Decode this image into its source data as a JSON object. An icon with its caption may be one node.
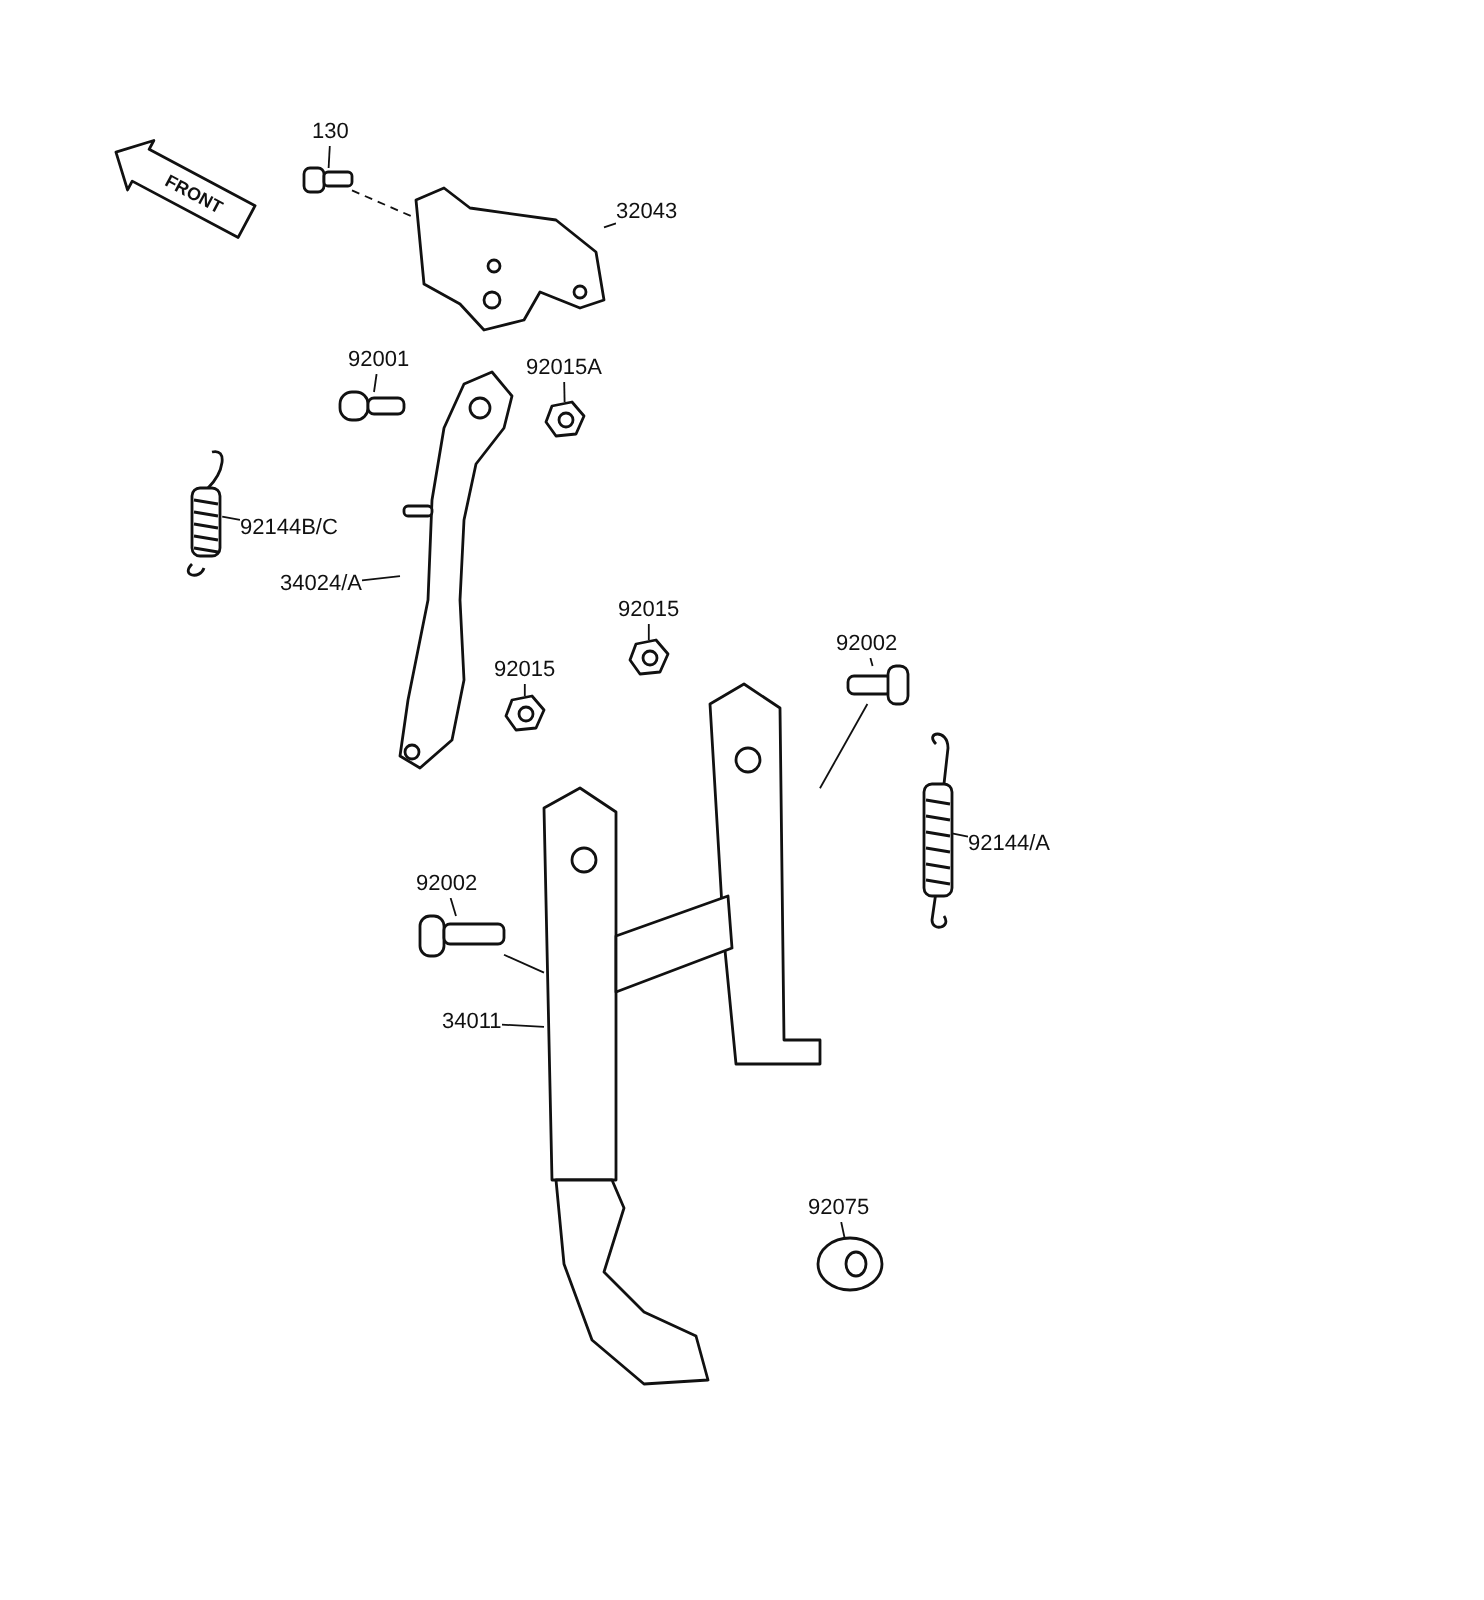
{
  "diagram": {
    "nodes": [
      {
        "text": [
          "130"
        ]
      },
      {
        "text": [],
        "shape": "picture"
      },
      {
        "text": [
          "32043"
        ]
      },
      {
        "text": [],
        "shape": "picture"
      },
      {
        "text": [
          "92001"
        ]
      },
      {
        "text": [],
        "shape": "picture"
      },
      {
        "text": [
          "92015A"
        ]
      },
      {
        "text": [],
        "shape": "picture"
      },
      {
        "text": [
          "92144B/C"
        ]
      },
      {
        "text": [],
        "shape": "picture"
      },
      {
        "text": [
          "34024/A"
        ]
      },
      {
        "text": [],
        "shape": "picture"
      },
      {
        "text": [
          "92015"
        ]
      },
      {
        "text": [],
        "shape": "picture"
      },
      {
        "text": [
          "92015"
        ]
      },
      {
        "text": [],
        "shape": "picture"
      },
      {
        "text": [
          "92002"
        ]
      },
      {
        "text": [],
        "shape": "picture"
      },
      {
        "text": [
          "92144/A"
        ]
      },
      {
        "text": [],
        "shape": "picture"
      },
      {
        "text": [
          "92002"
        ]
      },
      {
        "text": [],
        "shape": "picture"
      },
      {
        "text": [
          "34011"
        ]
      },
      {
        "text": [],
        "shape": "picture"
      },
      {
        "text": [
          "92075"
        ]
      },
      {
        "text": [],
        "shape": "picture"
      }
    ],
    "edges": [
      {
        "from": 0,
        "to": 1,
        "arrow": "none"
      },
      {
        "from": 2,
        "to": 3,
        "arrow": "none"
      },
      {
        "from": 4,
        "to": 5,
        "arrow": "none"
      },
      {
        "from": 6,
        "to": 7,
        "arrow": "none"
      },
      {
        "from": 8,
        "to": 9,
        "arrow": "none"
      },
      {
        "from": 10,
        "to": 11,
        "arrow": "none"
      },
      {
        "from": 12,
        "to": 13,
        "arrow": "none"
      },
      {
        "from": 14,
        "to": 15,
        "arrow": "none"
      },
      {
        "from": 16,
        "to": 17,
        "arrow": "none"
      },
      {
        "from": 18,
        "to": 19,
        "arrow": "none"
      },
      {
        "from": 20,
        "to": 21,
        "arrow": "none"
      },
      {
        "from": 22,
        "to": 23,
        "arrow": "none"
      },
      {
        "from": 24,
        "to": 25,
        "arrow": "none"
      },
      {
        "from": 1,
        "to": 3,
        "arrow": "none",
        "style": "dashed"
      },
      {
        "from": 17,
        "to": 23,
        "arrow": "none"
      },
      {
        "from": 21,
        "to": 23,
        "arrow": "none"
      }
    ],
    "labels": [
      "FRONT"
    ]
  }
}
